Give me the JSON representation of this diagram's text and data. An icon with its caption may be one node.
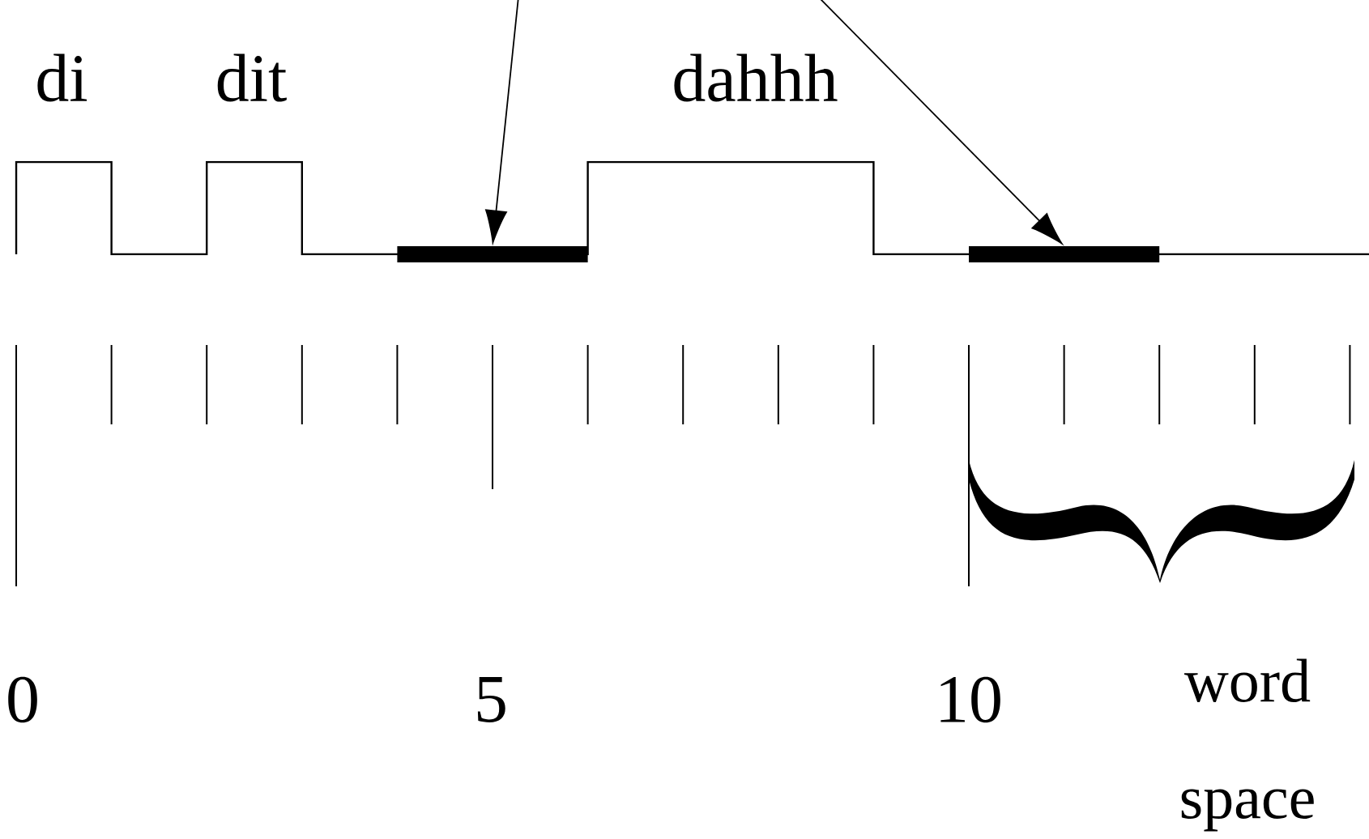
{
  "diagram": {
    "nodes": [
      {
        "text": [],
        "shape": "bar"
      },
      {
        "text": [],
        "shape": "bar"
      }
    ],
    "edges": [
      {
        "from": null,
        "to": 0,
        "arrow": "to"
      },
      {
        "from": null,
        "to": 1,
        "arrow": "to"
      }
    ],
    "labels": [
      "di",
      "dit",
      "dahhh",
      "0",
      "5",
      "10",
      "word space"
    ]
  }
}
